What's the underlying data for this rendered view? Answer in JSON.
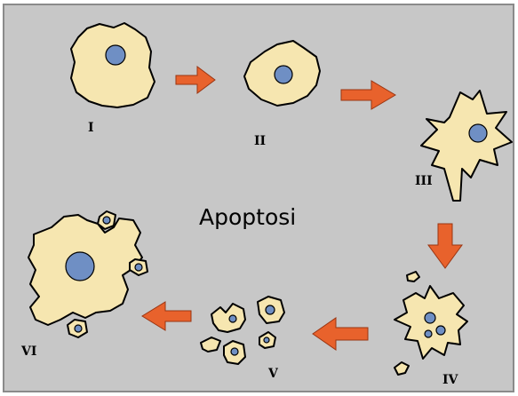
{
  "title": "Apoptosi",
  "stages": [
    "I",
    "II",
    "III",
    "IV",
    "V",
    "VI"
  ],
  "colors": {
    "background": "#c7c7c7",
    "border": "#8a8a8a",
    "cell_fill": "#f6e6b0",
    "nucleus": "#6f8fc4",
    "arrow": "#e8622c"
  }
}
